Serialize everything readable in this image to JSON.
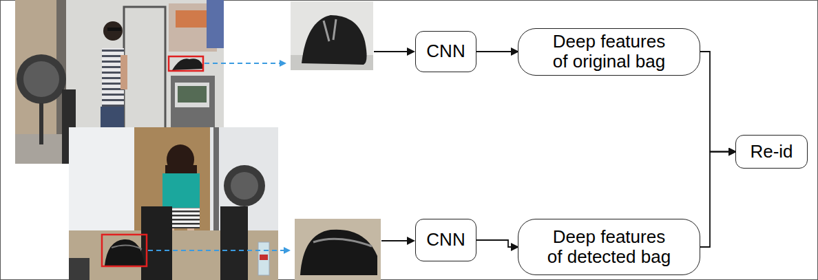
{
  "diagram": {
    "nodes": [
      {
        "text": [
          "CNN"
        ]
      },
      {
        "text": [
          "Deep features of original bag"
        ]
      },
      {
        "text": [
          "CNN"
        ]
      },
      {
        "text": [
          "Deep features of detected bag"
        ]
      },
      {
        "text": [
          "Re-id"
        ]
      }
    ],
    "edges": [
      {
        "from": 0,
        "to": 1,
        "arrow": "to"
      },
      {
        "from": 1,
        "to": 4,
        "arrow": "to"
      },
      {
        "from": 2,
        "to": 3,
        "arrow": "to"
      },
      {
        "from": 3,
        "to": 4,
        "arrow": "to"
      }
    ]
  }
}
